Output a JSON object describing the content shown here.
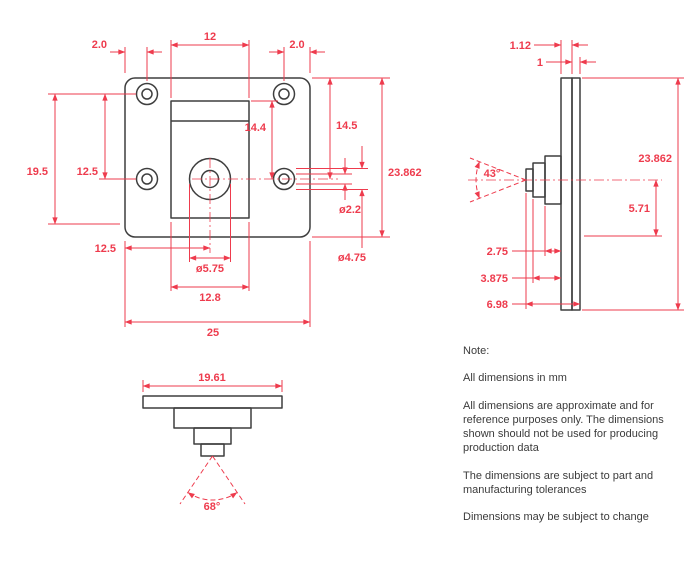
{
  "colors": {
    "dim": "#ee3b4d",
    "line": "#3e3e3e",
    "note": "#3b3b3b",
    "bg": "#ffffff"
  },
  "front_view": {
    "dims": {
      "margin_left": "2.0",
      "top_width": "12",
      "margin_right": "2.0",
      "housing_to_center": "14.4",
      "top_to_center": "14.5",
      "overall_height": "23.862",
      "left_span": "19.5",
      "hole_spacing": "12.5",
      "center_offset": "12.5",
      "lens_dia": "ø5.75",
      "hole_dia": "ø2.2",
      "pad_dia": "ø4.75",
      "housing_width": "12.8",
      "overall_width": "25"
    }
  },
  "side_view": {
    "dims": {
      "layer_front": "1.12",
      "layer_back": "1",
      "fov": "43°",
      "overall_height": "23.862",
      "center_to_slot": "5.71",
      "housing_depth": "2.75",
      "barrel_depth": "3.875",
      "total_depth": "6.98"
    }
  },
  "bottom_view": {
    "dims": {
      "body_width": "19.61",
      "fov": "68°"
    }
  },
  "notes": {
    "title": "Note:",
    "lines": [
      "All dimensions in mm",
      "All dimensions are approximate and for reference purposes only. The dimensions shown should not be used for producing production data",
      "The dimensions are subject to part and manufacturing tolerances",
      "Dimensions may be subject to change"
    ]
  }
}
